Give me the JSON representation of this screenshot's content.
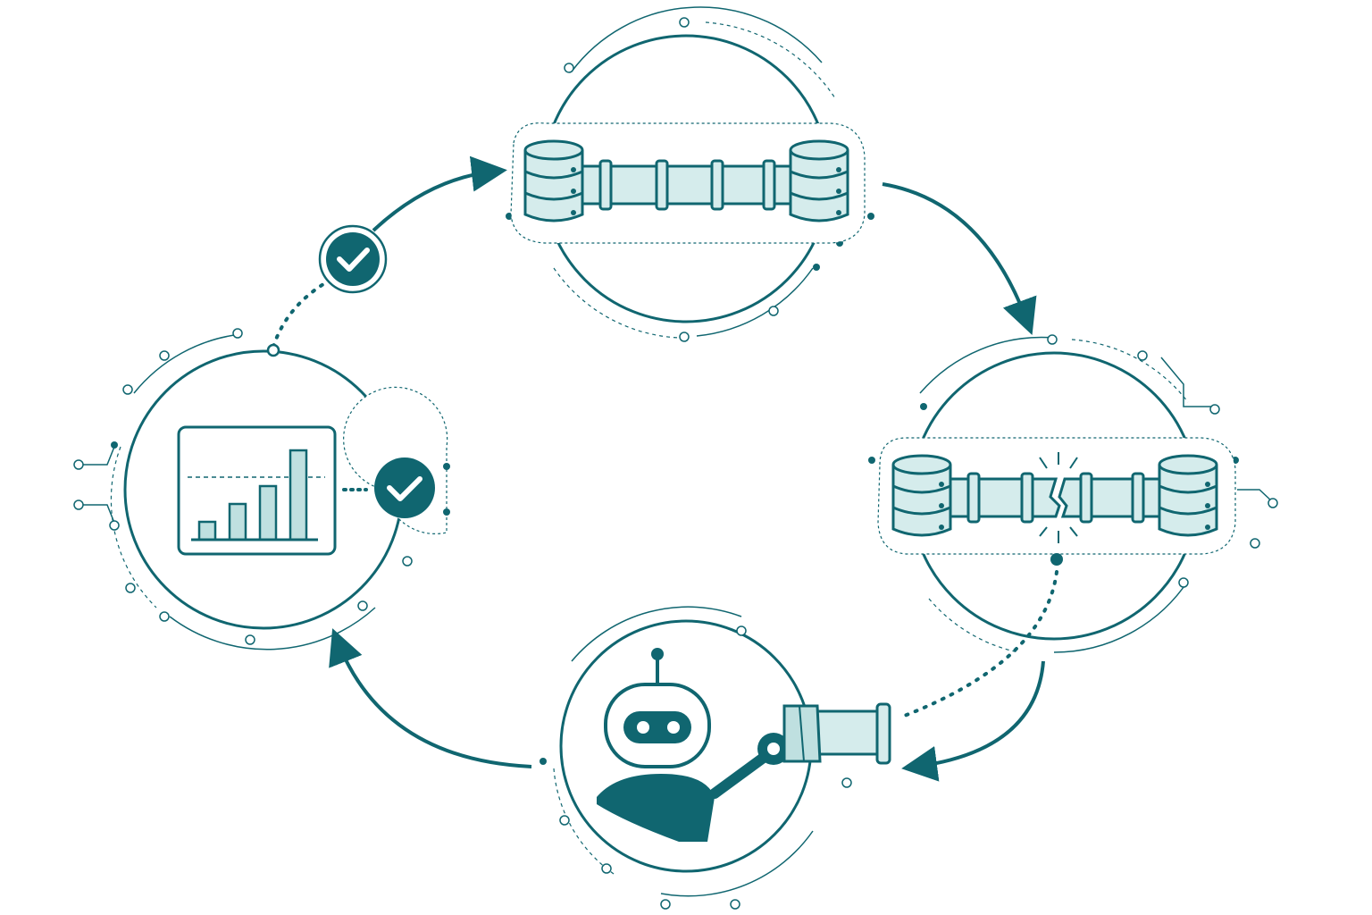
{
  "colors": {
    "primary": "#106670",
    "fill_light": "#d5ecec",
    "fill_mid": "#bfe0e0",
    "background": "#ffffff"
  },
  "nodes": [
    {
      "id": "pipeline-healthy",
      "icon": "database-pipe-database"
    },
    {
      "id": "pipeline-broken",
      "icon": "database-broken-pipe-database"
    },
    {
      "id": "robot-repair",
      "icon": "robot-fixing-pipe"
    },
    {
      "id": "metrics-validated",
      "icon": "bar-chart-with-check"
    }
  ],
  "flow": [
    {
      "from": "pipeline-healthy",
      "to": "pipeline-broken",
      "style": "solid-arrow"
    },
    {
      "from": "pipeline-broken",
      "to": "robot-repair",
      "style": "solid-arrow"
    },
    {
      "from": "robot-repair",
      "to": "metrics-validated",
      "style": "solid-arrow"
    },
    {
      "from": "metrics-validated",
      "to": "pipeline-healthy",
      "style": "solid-arrow"
    }
  ],
  "chart_icon": {
    "type": "bar",
    "values": [
      2,
      4,
      6,
      10
    ],
    "threshold": 7
  }
}
